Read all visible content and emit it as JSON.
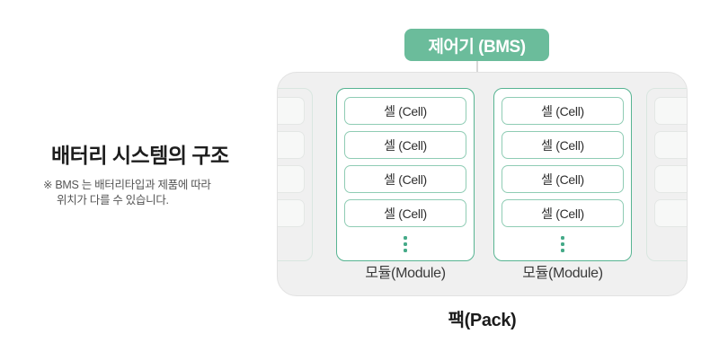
{
  "intro": {
    "title": "배터리 시스템의 구조",
    "note_line1": "※ BMS 는 배터리타입과 제품에 따라",
    "note_line2": "위치가 다를 수 있습니다."
  },
  "diagram": {
    "controller_label": "제어기 (BMS)",
    "pack_label": "팩(Pack)",
    "modules": [
      {
        "label": "모듈(Module)",
        "cells": [
          "셀 (Cell)",
          "셀 (Cell)",
          "셀 (Cell)",
          "셀 (Cell)"
        ]
      },
      {
        "label": "모듈(Module)",
        "cells": [
          "셀 (Cell)",
          "셀 (Cell)",
          "셀 (Cell)",
          "셀 (Cell)"
        ]
      }
    ],
    "icons": {
      "more_cells": "vertical-ellipsis"
    }
  },
  "theme": {
    "badge_green": "#6bbc9b",
    "badge_text": "#ffffff",
    "module_border": "#57b492",
    "cell_border": "#8fccb4",
    "cell_text": "#2e2e2e",
    "dot_color": "#45aa88",
    "pack_bg": "#f0f0f0",
    "pack_border": "#e2e2e2",
    "ghost_border": "#d9e6e0",
    "ghost_cell_bg": "#f7f8f7",
    "ghost_cell_border": "#e4e7e5",
    "connector": "#d8d8d8",
    "title_color": "#1d1d1d",
    "note_color": "#555555",
    "label_color": "#3a3a3a",
    "pack_label_color": "#1c1c1c"
  }
}
